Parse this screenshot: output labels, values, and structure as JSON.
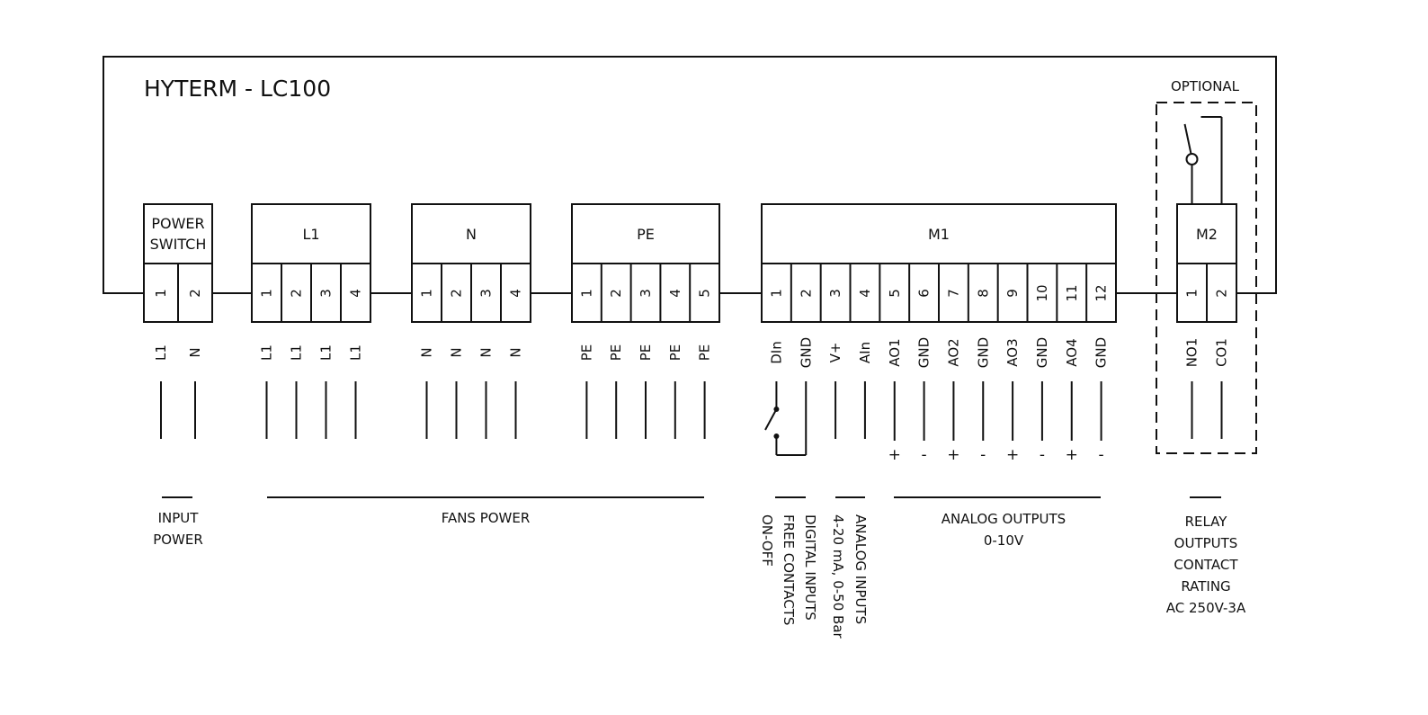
{
  "device_title": "HYTERM - LC100",
  "optional_label": "OPTIONAL",
  "blocks": [
    {
      "id": "power",
      "label": [
        "POWER",
        "SWITCH"
      ],
      "terminals": [
        "1",
        "2"
      ],
      "signals": [
        "L1",
        "N"
      ]
    },
    {
      "id": "l1",
      "label": [
        "L1"
      ],
      "terminals": [
        "1",
        "2",
        "3",
        "4"
      ],
      "signals": [
        "L1",
        "L1",
        "L1",
        "L1"
      ]
    },
    {
      "id": "n",
      "label": [
        "N"
      ],
      "terminals": [
        "1",
        "2",
        "3",
        "4"
      ],
      "signals": [
        "N",
        "N",
        "N",
        "N"
      ]
    },
    {
      "id": "pe",
      "label": [
        "PE"
      ],
      "terminals": [
        "1",
        "2",
        "3",
        "4",
        "5"
      ],
      "signals": [
        "PE",
        "PE",
        "PE",
        "PE",
        "PE"
      ]
    },
    {
      "id": "m1",
      "label": [
        "M1"
      ],
      "terminals": [
        "1",
        "2",
        "3",
        "4",
        "5",
        "6",
        "7",
        "8",
        "9",
        "10",
        "11",
        "12"
      ],
      "signals": [
        "DIn",
        "GND",
        "V+",
        "AIn",
        "AO1",
        "GND",
        "AO2",
        "GND",
        "AO3",
        "GND",
        "AO4",
        "GND"
      ]
    },
    {
      "id": "m2",
      "label": [
        "M2"
      ],
      "terminals": [
        "1",
        "2"
      ],
      "signals": [
        "NO1",
        "CO1"
      ]
    }
  ],
  "polarity": [
    "+",
    "-",
    "+",
    "-",
    "+",
    "-",
    "+",
    "-"
  ],
  "captions": {
    "input_power": [
      "INPUT",
      "POWER"
    ],
    "fans_power": [
      "FANS POWER"
    ],
    "digital_inputs": [
      "DIGITAL INPUTS",
      "FREE CONTACTS",
      "ON-OFF"
    ],
    "analog_inputs": [
      "ANALOG INPUTS",
      "4-20 mA, 0-50 Bar"
    ],
    "analog_outputs": [
      "ANALOG OUTPUTS",
      "0-10V"
    ],
    "relay_outputs": [
      "RELAY",
      "OUTPUTS",
      "CONTACT",
      "RATING",
      "AC 250V-3A"
    ]
  }
}
